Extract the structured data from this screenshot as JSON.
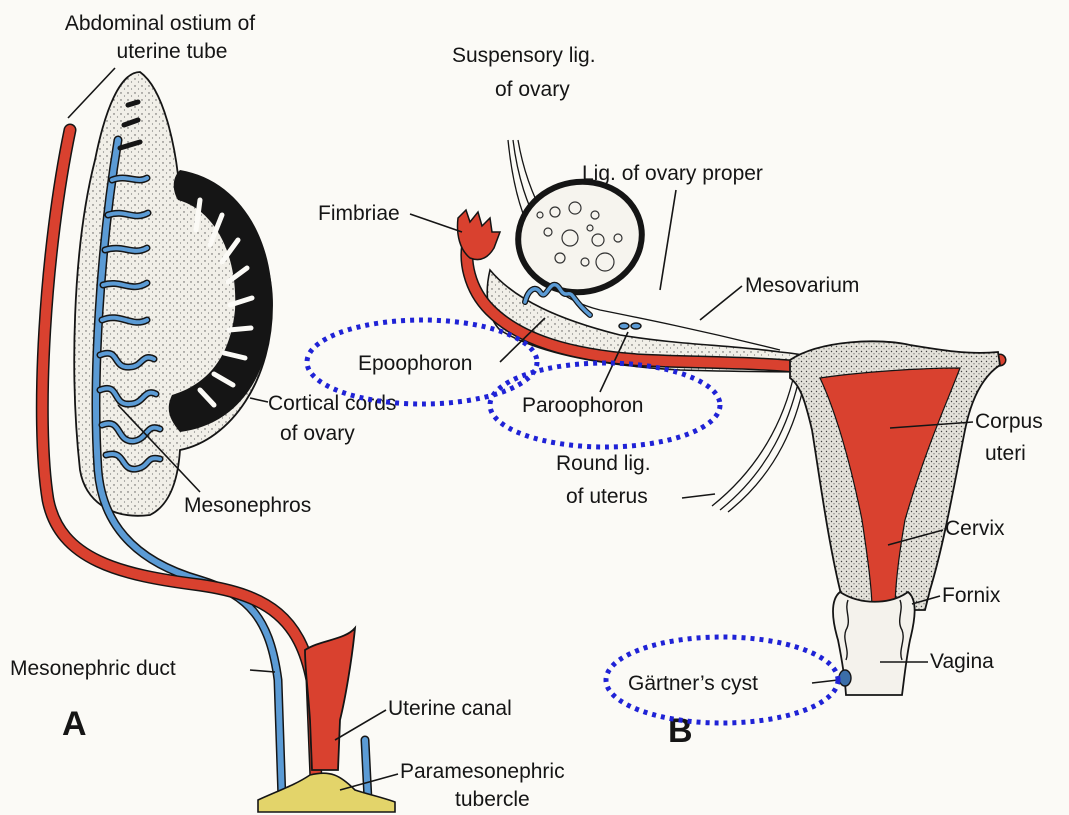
{
  "panels": {
    "a": {
      "letter": "A",
      "labels": {
        "abdominal_ostium": [
          "Abdominal ostium of",
          "uterine tube"
        ],
        "cortical_cords": [
          "Cortical cords",
          "of ovary"
        ],
        "mesonephros": "Mesonephros",
        "mesonephric_duct": "Mesonephric duct",
        "uterine_canal": "Uterine canal",
        "paramesonephric_tubercle": [
          "Paramesonephric",
          "tubercle"
        ]
      }
    },
    "b": {
      "letter": "B",
      "labels": {
        "suspensory_lig": [
          "Suspensory lig.",
          "of ovary"
        ],
        "lig_ovary_proper": "Lig. of ovary proper",
        "fimbriae": "Fimbriae",
        "mesovarium": "Mesovarium",
        "epoophoron": "Epoophoron",
        "paroophoron": "Paroophoron",
        "round_lig": [
          "Round lig.",
          "of uterus"
        ],
        "corpus_uteri": [
          "Corpus",
          "uteri"
        ],
        "cervix": "Cervix",
        "fornix": "Fornix",
        "vagina": "Vagina",
        "gartners_cyst": "Gärtner’s cyst"
      }
    }
  },
  "colors": {
    "paramesonephric_red": "#d9412f",
    "mesonephric_blue": "#5b9bd5",
    "highlight_dotted_blue": "#1f22d6",
    "outline_black": "#151515",
    "stipple_fill": "#eceae3",
    "tubercle_yellow": "#e3d46a"
  }
}
